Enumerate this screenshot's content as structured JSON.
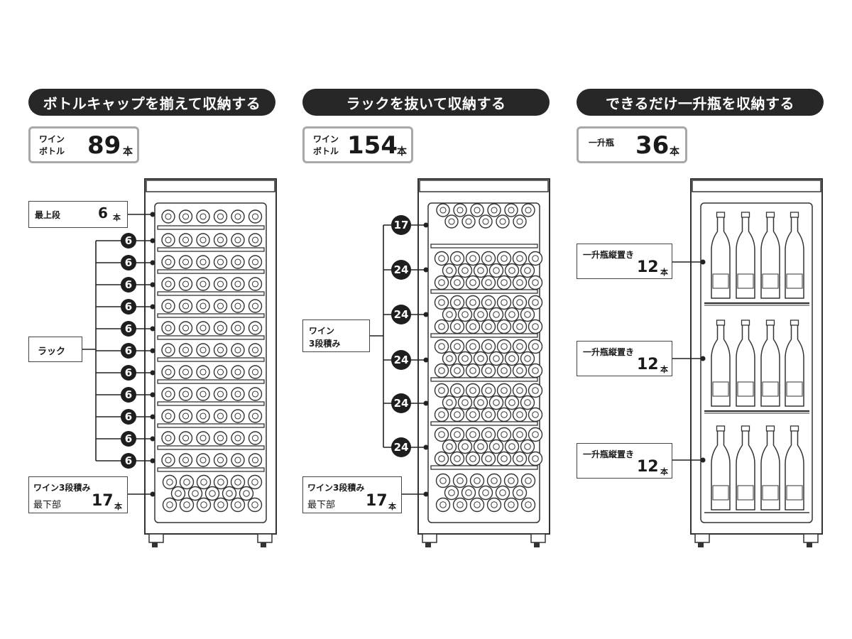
{
  "panels": [
    {
      "title": "ボトルキャップを揃えて収納する",
      "count_label_line1": "ワイン",
      "count_label_line2": "ボトル",
      "count_value": "89",
      "count_unit": "本",
      "top_label": "最上段",
      "top_count": "6",
      "top_unit": "本",
      "rack_label": "ラック",
      "rack_counts": [
        "6",
        "6",
        "6",
        "6",
        "6",
        "6",
        "6",
        "6",
        "6",
        "6",
        "6"
      ],
      "bottom_label": "ワイン3段積み",
      "bottom_sub": "最下部",
      "bottom_count": "17",
      "bottom_unit": "本"
    },
    {
      "title": "ラックを抜いて収納する",
      "count_label_line1": "ワイン",
      "count_label_line2": "ボトル",
      "count_value": "154",
      "count_unit": "本",
      "group_label_line1": "ワイン",
      "group_label_line2": "3段積み",
      "rack_counts": [
        "17",
        "24",
        "24",
        "24",
        "24",
        "24"
      ],
      "bottom_label": "ワイン3段積み",
      "bottom_sub": "最下部",
      "bottom_count": "17",
      "bottom_unit": "本"
    },
    {
      "title": "できるだけ一升瓶を収納する",
      "count_label": "一升瓶",
      "count_value": "36",
      "count_unit": "本",
      "shelves": [
        {
          "label": "一升瓶縦置き",
          "count": "12",
          "unit": "本"
        },
        {
          "label": "一升瓶縦置き",
          "count": "12",
          "unit": "本"
        },
        {
          "label": "一升瓶縦置き",
          "count": "12",
          "unit": "本"
        }
      ]
    }
  ]
}
